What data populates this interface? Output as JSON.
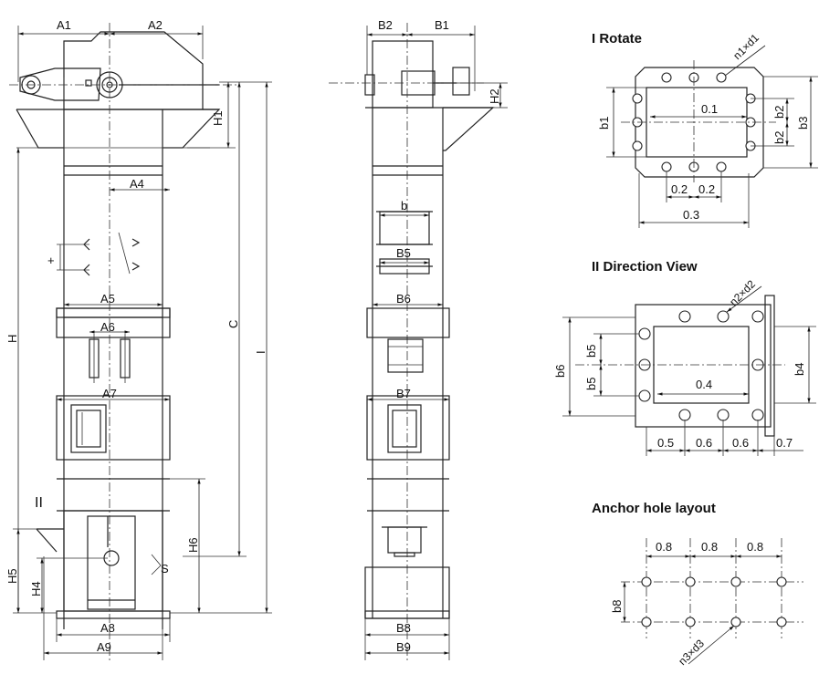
{
  "views": {
    "front_labels": {
      "A1": "A1",
      "A2": "A2",
      "A4": "A4",
      "A5": "A5",
      "A6": "A6",
      "A7": "A7",
      "A8": "A8",
      "A9": "A9",
      "H": "H",
      "H1": "H1",
      "H4": "H4",
      "H5": "H5",
      "H6": "H6",
      "C": "C",
      "I": "I",
      "II": "II",
      "S": "S",
      "plus": "+"
    },
    "side_labels": {
      "B1": "B1",
      "B2": "B2",
      "H2": "H2",
      "b": "b",
      "B5": "B5",
      "B6": "B6",
      "B7": "B7",
      "B8": "B8",
      "B9": "B9"
    },
    "rotate": {
      "title": "I Rotate",
      "holes_label": "n1×d1",
      "b1": "b1",
      "b2_top": "b2",
      "b2_bottom": "b2",
      "b3": "b3",
      "d01": "0.1",
      "d02_left": "0.2",
      "d02_right": "0.2",
      "d03": "0.3"
    },
    "direction": {
      "title": "II Direction View",
      "holes_label": "n2×d2",
      "b4": "b4",
      "b5_top": "b5",
      "b5_bottom": "b5",
      "b6": "b6",
      "d04": "0.4",
      "d05": "0.5",
      "d06_left": "0.6",
      "d06_right": "0.6",
      "d07": "0.7"
    },
    "anchor": {
      "title": "Anchor hole layout",
      "holes_label": "n3×d3",
      "b8": "b8",
      "d08_1": "0.8",
      "d08_2": "0.8",
      "d08_3": "0.8"
    }
  }
}
